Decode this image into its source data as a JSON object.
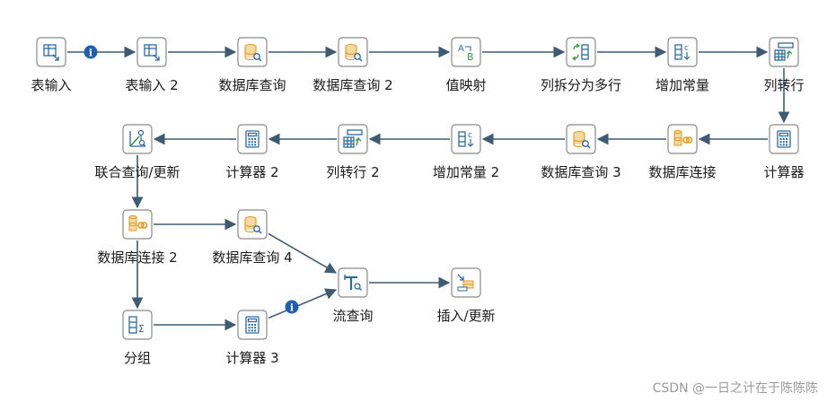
{
  "diagram": {
    "nodes": [
      {
        "id": "n1",
        "label": "表输入",
        "icon": "table-input-icon"
      },
      {
        "id": "n2",
        "label": "表输入 2",
        "icon": "table-input-icon"
      },
      {
        "id": "n3",
        "label": "数据库查询",
        "icon": "db-lookup-icon"
      },
      {
        "id": "n4",
        "label": "数据库查询 2",
        "icon": "db-lookup-icon"
      },
      {
        "id": "n5",
        "label": "值映射",
        "icon": "value-mapper-icon"
      },
      {
        "id": "n6",
        "label": "列拆分为多行",
        "icon": "split-rows-icon"
      },
      {
        "id": "n7",
        "label": "增加常量",
        "icon": "add-constant-icon"
      },
      {
        "id": "n8",
        "label": "列转行",
        "icon": "row-normaliser-icon"
      },
      {
        "id": "n9",
        "label": "计算器",
        "icon": "calculator-icon"
      },
      {
        "id": "n10",
        "label": "数据库连接",
        "icon": "db-join-icon"
      },
      {
        "id": "n11",
        "label": "数据库查询 3",
        "icon": "db-lookup-icon"
      },
      {
        "id": "n12",
        "label": "增加常量 2",
        "icon": "add-constant-icon"
      },
      {
        "id": "n13",
        "label": "列转行 2",
        "icon": "row-normaliser-icon"
      },
      {
        "id": "n14",
        "label": "计算器 2",
        "icon": "calculator-icon"
      },
      {
        "id": "n15",
        "label": "联合查询/更新",
        "icon": "combination-lookup-icon"
      },
      {
        "id": "n16",
        "label": "数据库连接 2",
        "icon": "db-join-icon"
      },
      {
        "id": "n17",
        "label": "数据库查询 4",
        "icon": "db-lookup-icon"
      },
      {
        "id": "n18",
        "label": "流查询",
        "icon": "stream-lookup-icon"
      },
      {
        "id": "n19",
        "label": "插入/更新",
        "icon": "insert-update-icon"
      },
      {
        "id": "n20",
        "label": "分组",
        "icon": "group-by-icon"
      },
      {
        "id": "n21",
        "label": "计算器 3",
        "icon": "calculator-icon"
      }
    ],
    "edges": [
      {
        "from": "n1",
        "to": "n2",
        "badge": "info-icon"
      },
      {
        "from": "n2",
        "to": "n3"
      },
      {
        "from": "n3",
        "to": "n4"
      },
      {
        "from": "n4",
        "to": "n5"
      },
      {
        "from": "n5",
        "to": "n6"
      },
      {
        "from": "n6",
        "to": "n7"
      },
      {
        "from": "n7",
        "to": "n8"
      },
      {
        "from": "n8",
        "to": "n9"
      },
      {
        "from": "n9",
        "to": "n10"
      },
      {
        "from": "n10",
        "to": "n11"
      },
      {
        "from": "n11",
        "to": "n12"
      },
      {
        "from": "n12",
        "to": "n13"
      },
      {
        "from": "n13",
        "to": "n14"
      },
      {
        "from": "n14",
        "to": "n15"
      },
      {
        "from": "n15",
        "to": "n16"
      },
      {
        "from": "n16",
        "to": "n17"
      },
      {
        "from": "n16",
        "to": "n20"
      },
      {
        "from": "n17",
        "to": "n18"
      },
      {
        "from": "n20",
        "to": "n21"
      },
      {
        "from": "n21",
        "to": "n18",
        "badge": "info-icon"
      },
      {
        "from": "n18",
        "to": "n19"
      }
    ],
    "colors": {
      "edge": "#3f5b73",
      "node_border": "#8a8a8a",
      "icon_blue": "#2b6ca3",
      "icon_green": "#3a9a46",
      "icon_orange": "#e49a1c",
      "info_badge": "#1f5fb0"
    }
  },
  "watermark": "CSDN @一日之计在于陈陈陈"
}
